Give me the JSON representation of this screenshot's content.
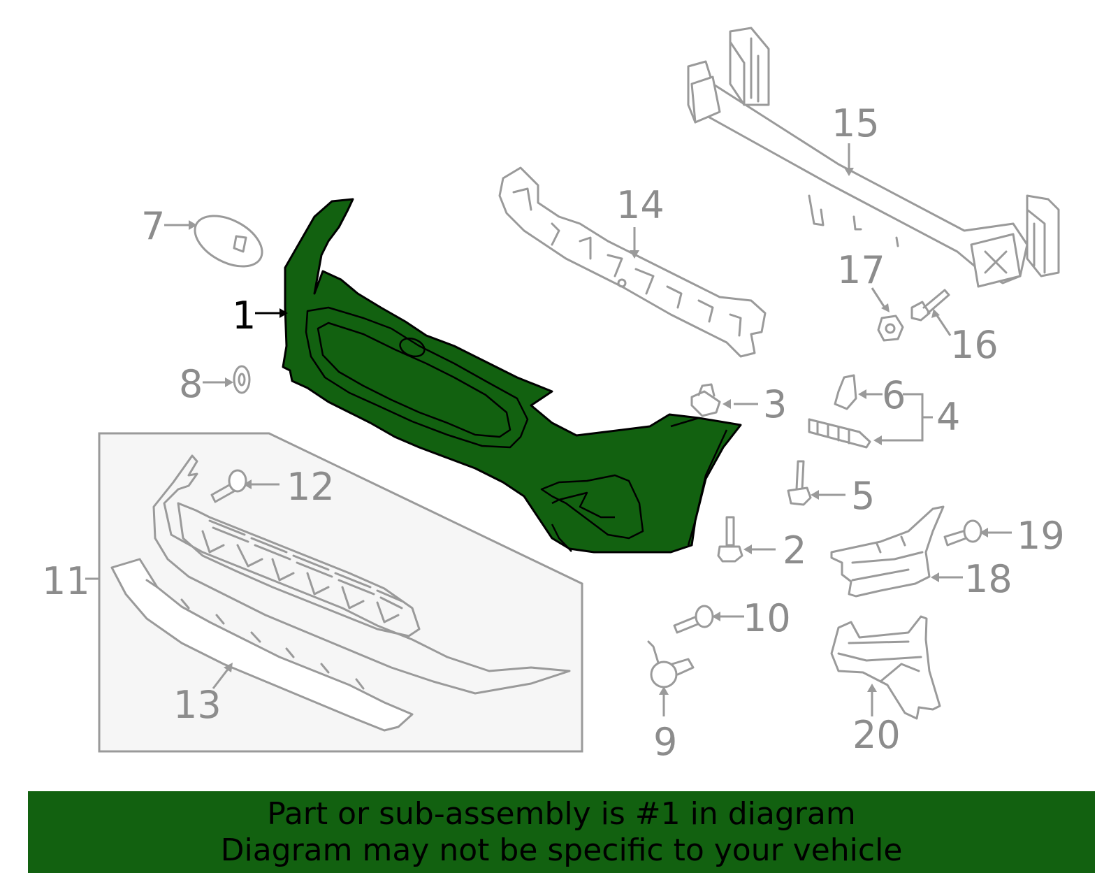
{
  "diagram": {
    "callouts": {
      "c1": "1",
      "c2": "2",
      "c3": "3",
      "c4": "4",
      "c5": "5",
      "c6": "6",
      "c7": "7",
      "c8": "8",
      "c9": "9",
      "c10": "10",
      "c11": "11",
      "c12": "12",
      "c13": "13",
      "c14": "14",
      "c15": "15",
      "c16": "16",
      "c17": "17",
      "c18": "18",
      "c19": "19",
      "c20": "20"
    },
    "colors": {
      "highlight": "#126110",
      "part_outline": "#9a9a9a",
      "callout_text": "#8c8c8c",
      "inset_box_fill": "#f6f6f6"
    }
  },
  "banner": {
    "line1": "Part or sub-assembly is #1 in diagram",
    "line2": "Diagram may not be specific to your vehicle"
  }
}
